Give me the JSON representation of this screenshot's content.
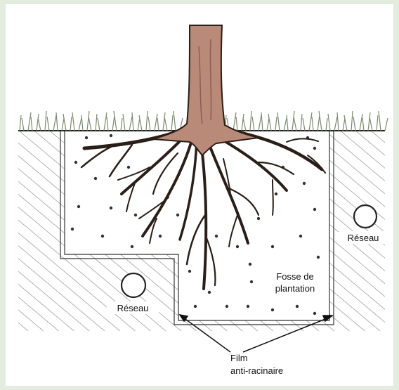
{
  "labels": {
    "network_right": "Réseau",
    "network_left": "Réseau",
    "pit_line1": "Fosse de",
    "pit_line2": "plantation",
    "film_line1": "Film",
    "film_line2": "anti-racinaire"
  },
  "colors": {
    "background": "#e3ecdf",
    "trunk": "#b98a78",
    "roots": "#2a1e18",
    "grass": "#7a8a6c",
    "hatch": "#8a8a8a"
  }
}
